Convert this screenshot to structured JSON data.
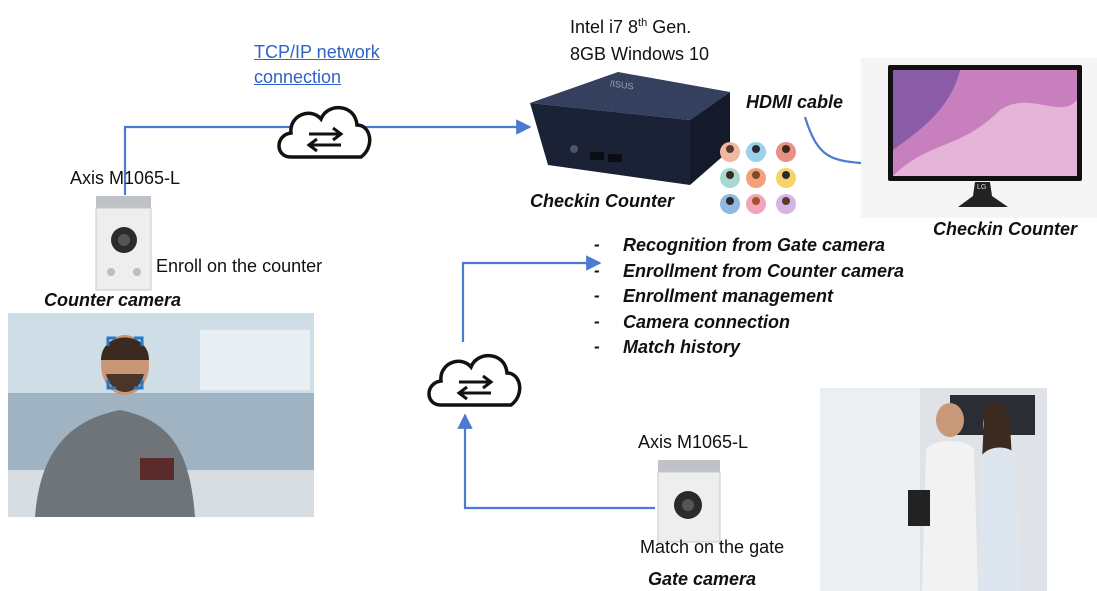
{
  "diagram": {
    "network_label_line1": "TCP/IP network",
    "network_label_line2": "connection",
    "pc_spec_line1_prefix": "Intel i7 8",
    "pc_spec_line1_sup": "th",
    "pc_spec_line1_suffix": " Gen.",
    "pc_spec_line2": "8GB Windows 10",
    "pc_brand": "/ISUS",
    "hdmi_label": "HDMI cable",
    "pc_caption": "Checkin Counter",
    "monitor_caption": "Checkin Counter",
    "monitor_brand": "LG",
    "counter_camera_model": "Axis M1065-L",
    "counter_camera_action": "Enroll on the counter",
    "counter_camera_caption": "Counter camera",
    "gate_camera_model": "Axis M1065-L",
    "gate_camera_action": "Match on the gate",
    "gate_camera_caption": "Gate camera",
    "features": [
      {
        "dash": "-",
        "text": "Recognition from Gate camera"
      },
      {
        "dash": "-",
        "text": "Enrollment from Counter camera"
      },
      {
        "dash": "-",
        "text": "Enrollment management"
      },
      {
        "dash": "-",
        "text": "Camera connection"
      },
      {
        "dash": "-",
        "text": "Match history"
      }
    ],
    "colors": {
      "connector": "#4a7bd0",
      "link_text": "#2f63c8",
      "pc_body": "#1c2236"
    },
    "icons": [
      "cloud-exchange-icon",
      "cloud-exchange-icon",
      "face-avatar-grid-icon"
    ]
  }
}
